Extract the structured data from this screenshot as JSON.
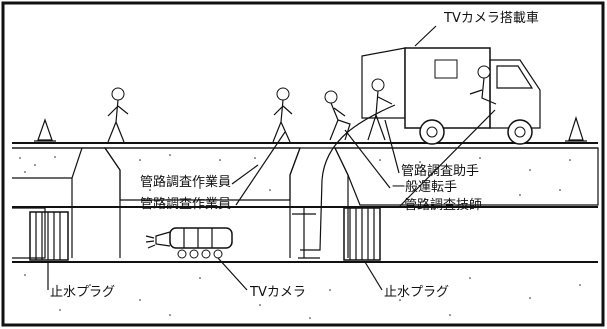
{
  "labels": {
    "tv_camera_truck": "TVカメラ搭載車",
    "pipe_survey_worker_1": "管路調査作業員",
    "pipe_survey_worker_2": "管路調査作業員",
    "pipe_survey_assistant": "管路調査助手",
    "general_driver": "一般運転手",
    "pipe_survey_engineer": "管路調査技師",
    "water_stop_plug_left": "止水プラグ",
    "tv_camera": "TVカメラ",
    "water_stop_plug_right": "止水プラグ"
  }
}
